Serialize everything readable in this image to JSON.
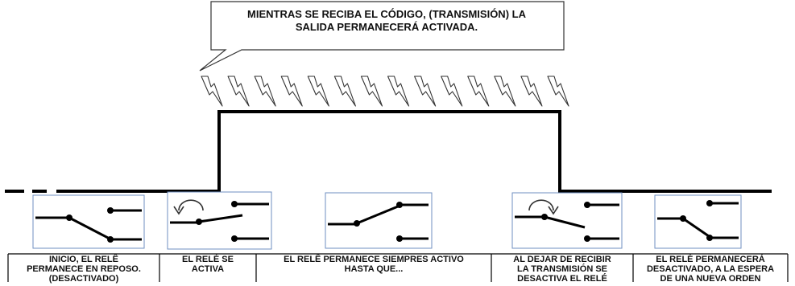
{
  "callout": {
    "text": "MIENTRAS SE RECIBA EL CÓDIGO, (TRANSMISIÓN)  LA\nSALIDA PERMANECERÁ ACTIVADA."
  },
  "captions": [
    {
      "text": "INICIO, EL RELÊ\nPERMANECE EN REPOSO.\n(DESACTIVADO)"
    },
    {
      "text": "EL RELÉ SE\nACTIVA"
    },
    {
      "text": "EL RELÊ PERMANECE SIEMPRES ACTIVO\nHASTA QUE..."
    },
    {
      "text": "AL DEJAR DE RECIBIR\nLA TRANSMISIÓN SE\nDESACTIVA EL RELÉ"
    },
    {
      "text": "EL RELÉ PERMANECERÁ\nDESACTIVADO, A LA ESPERA\nDE UNA NUEVA ORDEN"
    }
  ],
  "signal_icon": "lightning-bolt-icon",
  "signal_count": 14,
  "colors": {
    "line": "#000000",
    "panel_border": "#6f8fc0",
    "text": "#111111"
  }
}
